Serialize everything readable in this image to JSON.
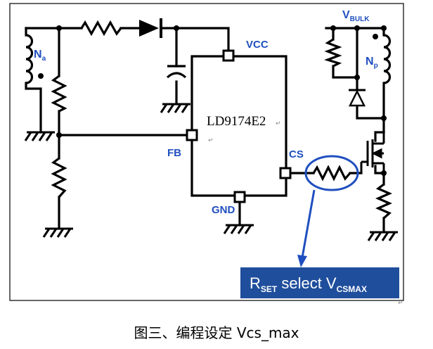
{
  "diagram": {
    "chip_label": "LD9174E2",
    "pins": {
      "vcc": "VCC",
      "fb": "FB",
      "cs": "CS",
      "gnd": "GND"
    },
    "winding_na": {
      "base": "N",
      "sub": "a"
    },
    "winding_np": {
      "base": "N",
      "sub": "p"
    },
    "vbulk": {
      "base": "V",
      "sub": "BULK"
    },
    "callout": {
      "r_base": "R",
      "r_sub": "SET",
      "middle": " select V",
      "v_sub": "CSMAX",
      "bg_color": "#1f4e9c",
      "text_color": "#ffffff"
    },
    "colors": {
      "label": "#1f4fbf",
      "wire": "#000000",
      "highlight": "#1f4fbf"
    }
  },
  "caption": "图三、编程设定 Vcs_max"
}
